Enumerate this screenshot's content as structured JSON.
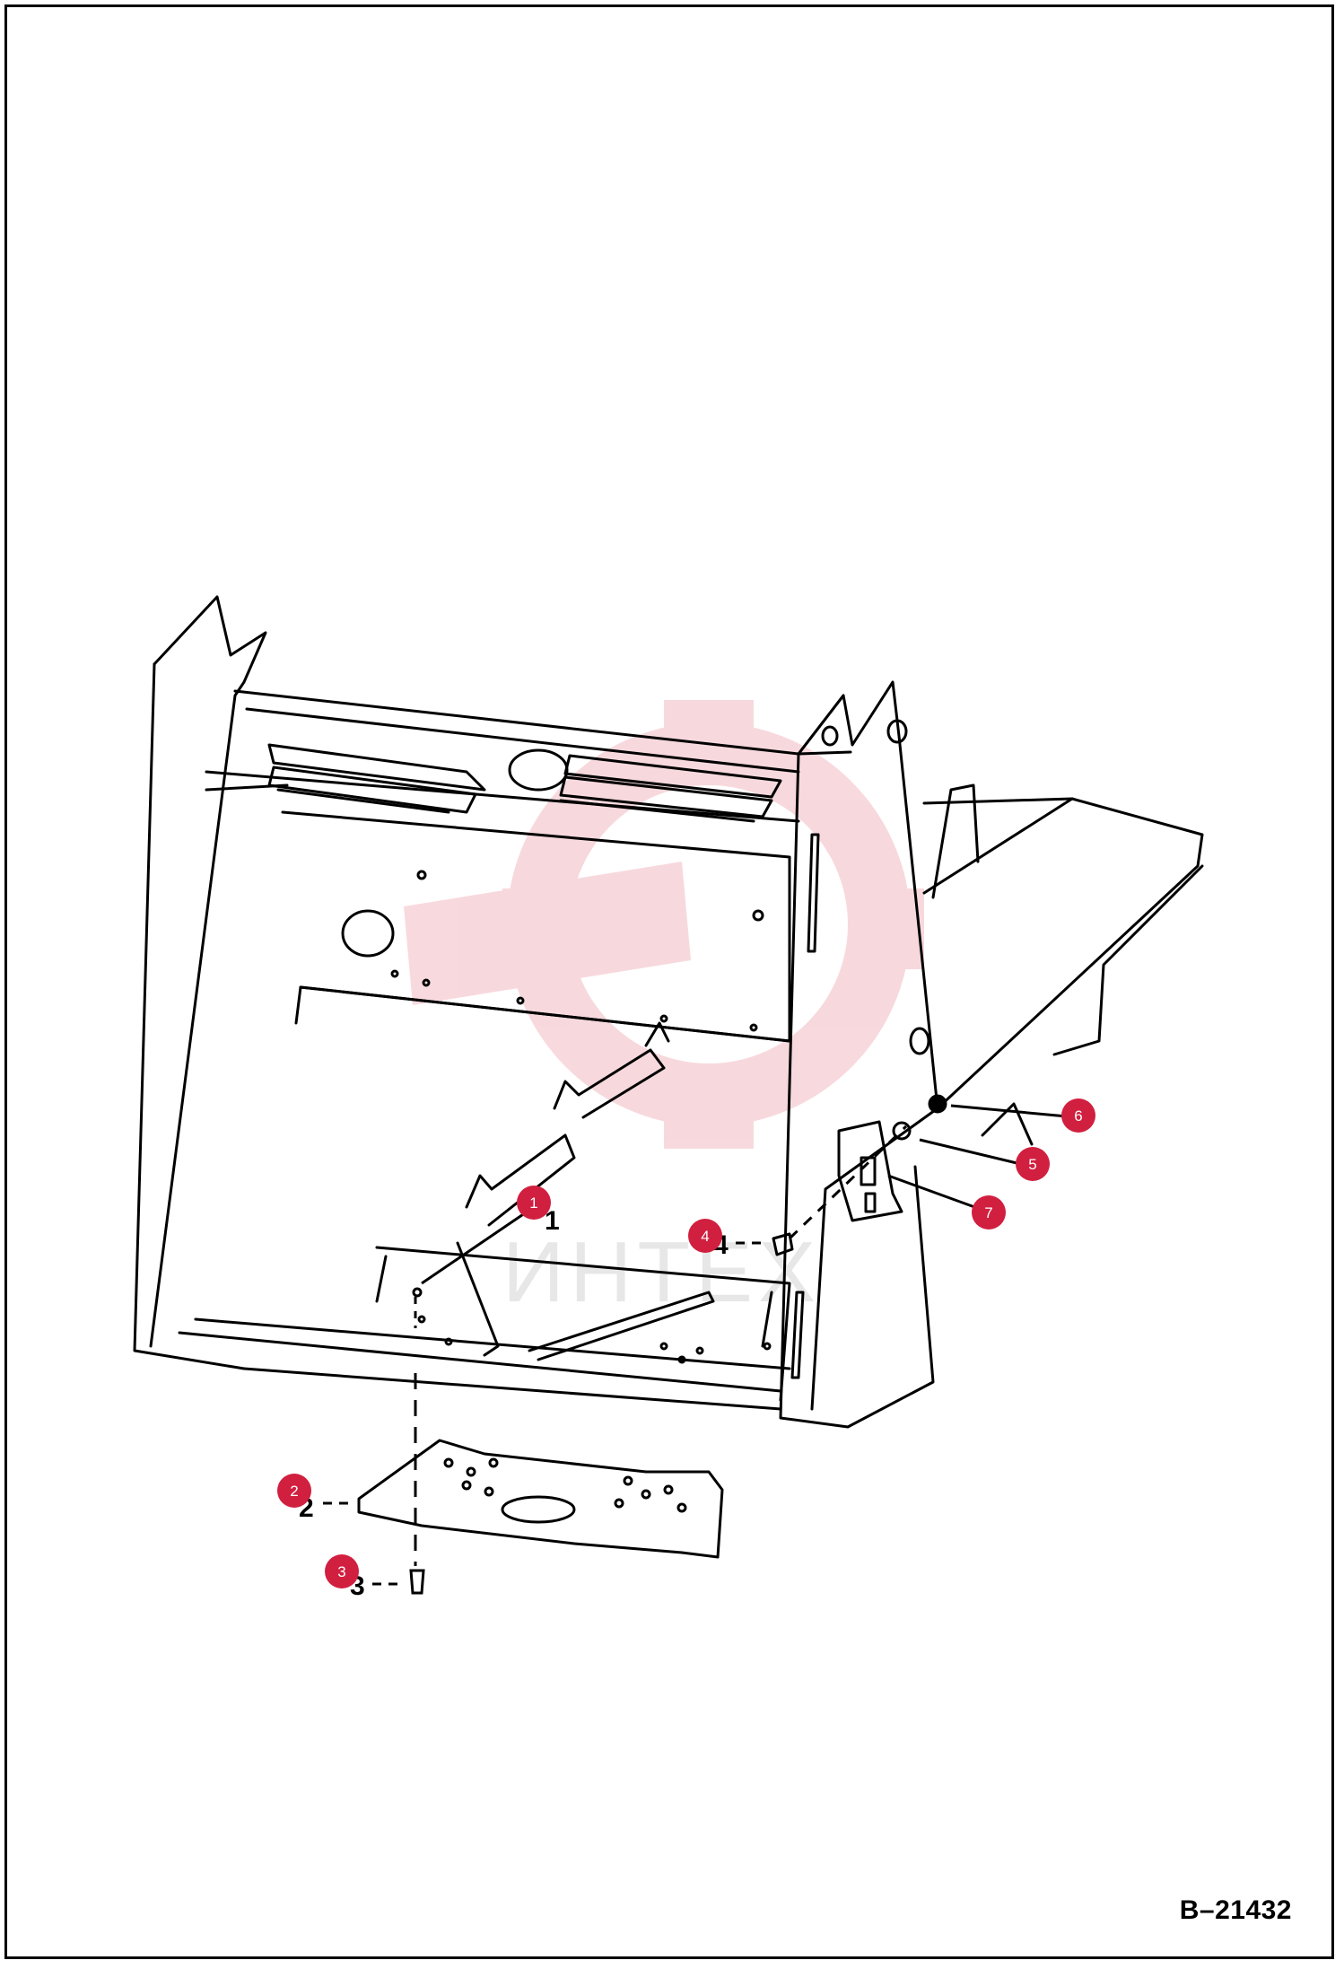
{
  "drawing": {
    "reference_id": "B–21432",
    "accent_color": "#d11f3f",
    "watermark_text": "ИНТЕХ",
    "watermark_color": "#e8a0a8",
    "callouts": [
      {
        "id": "1",
        "label": "1"
      },
      {
        "id": "2",
        "label": "2"
      },
      {
        "id": "3",
        "label": "3"
      },
      {
        "id": "4",
        "label": "4"
      },
      {
        "id": "5",
        "label": "5"
      },
      {
        "id": "6",
        "label": "6"
      },
      {
        "id": "7",
        "label": "7"
      }
    ],
    "part_numbers": {
      "p1": "1",
      "p2": "2",
      "p3": "3",
      "p4": "4"
    }
  }
}
